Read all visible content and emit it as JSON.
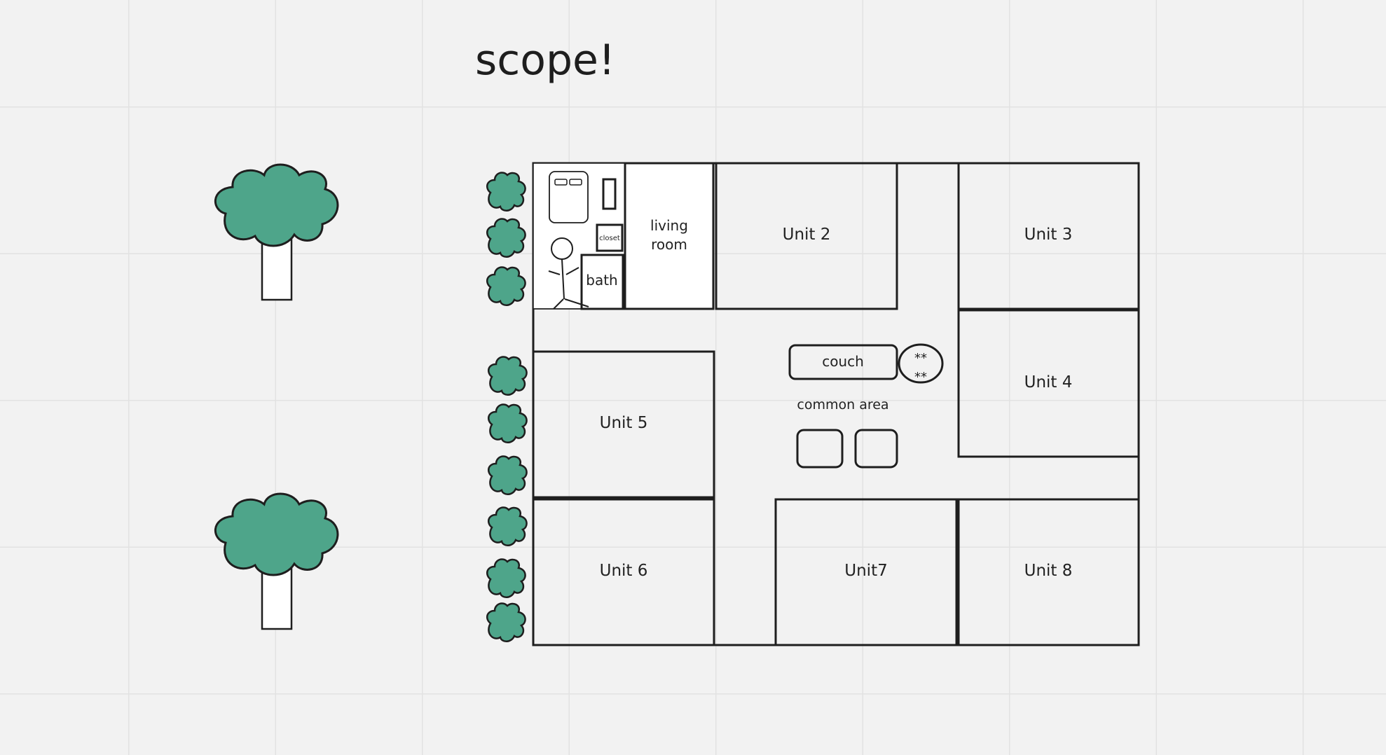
{
  "board": {
    "title": "scope!"
  },
  "floorplan": {
    "unit1": {
      "living_room_line1": "living",
      "living_room_line2": "room",
      "closet": "closet",
      "bath": "bath"
    },
    "units": {
      "unit2": "Unit 2",
      "unit3": "Unit 3",
      "unit4": "Unit 4",
      "unit5": "Unit 5",
      "unit6": "Unit 6",
      "unit7": "Unit7",
      "unit8": "Unit 8"
    },
    "common_area": {
      "label": "common area",
      "couch": "couch",
      "table_line1": "**",
      "table_line2": "**"
    }
  },
  "colors": {
    "tree_green": "#4ea58a",
    "line": "#1e1e1e",
    "grid_background": "#f2f2f2"
  }
}
